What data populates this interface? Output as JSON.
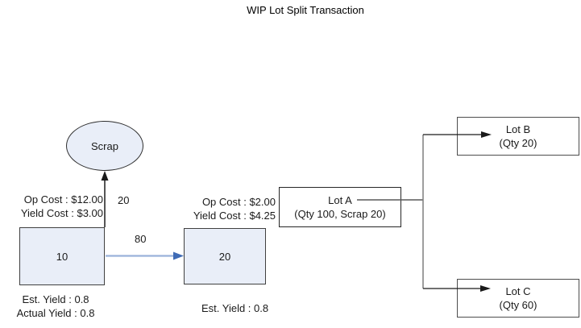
{
  "title": "WIP Lot Split Transaction",
  "diagram": {
    "scrap": {
      "label": "Scrap"
    },
    "op10": {
      "label": "10",
      "op_cost": "Op Cost : $12.00",
      "yield_cost": "Yield Cost : $3.00",
      "est_yield": "Est. Yield : 0.8",
      "actual_yield": "Actual Yield : 0.8"
    },
    "op20": {
      "label": "20",
      "op_cost": "Op Cost : $2.00",
      "yield_cost": "Yield Cost : $4.25",
      "est_yield": "Est. Yield : 0.8"
    },
    "lot_a": {
      "name": "Lot A",
      "detail": "(Qty 100, Scrap 20)"
    },
    "lot_b": {
      "name": "Lot B",
      "detail": "(Qty 20)"
    },
    "lot_c": {
      "name": "Lot C",
      "detail": "(Qty 60)"
    },
    "edges": {
      "scrap_qty": "20",
      "transfer_qty": "80"
    }
  },
  "colors": {
    "node_fill": "#e9eef8",
    "node_border": "#404040",
    "blue_line": "#9ab2da",
    "blue_arrowhead": "#3f6bb5",
    "gray_line": "#7f7f7f",
    "line_black": "#1a1a1a"
  }
}
